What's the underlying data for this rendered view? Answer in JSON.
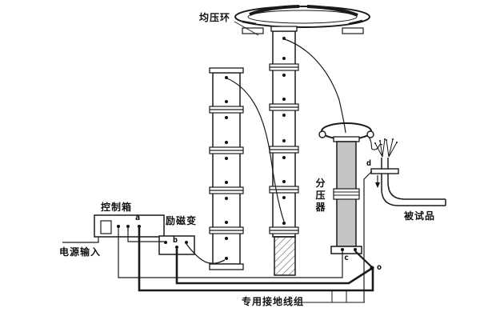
{
  "labels": {
    "grading_ring": "均压环",
    "control_box": "控制箱",
    "excitation_transformer": "励磁变",
    "power_input": "电源输入",
    "voltage_divider": "分压器",
    "test_object": "被试品",
    "ground_group": "专用接地线组"
  },
  "terminals": {
    "a": "a",
    "b": "b",
    "c": "c",
    "d": "d",
    "o": "o"
  },
  "colors": {
    "line": "#1a1a1a",
    "divider_fill": "#c4c4c4",
    "hatch": "#555555",
    "background": "#ffffff"
  }
}
